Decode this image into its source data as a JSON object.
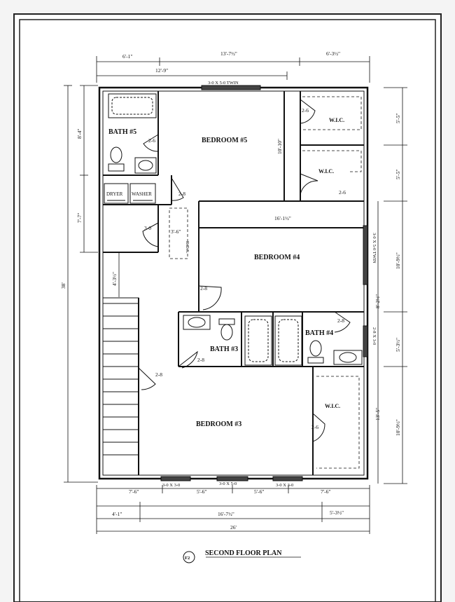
{
  "rooms": {
    "bedroom5": "BEDROOM #5",
    "bedroom4": "BEDROOM #4",
    "bedroom3": "BEDROOM #3",
    "bath5": "BATH #5",
    "bath4": "BATH #4",
    "bath3": "BATH #3",
    "wic": "W.I.C.",
    "dryer": "DRYER",
    "washer": "WASHER",
    "rds": "R.D.S."
  },
  "windows": {
    "top_twin": "3-0 X 5-0 TWIN",
    "right_twin": "3-0 X 5-0 TWIN",
    "right_single": "2-8 X 3-0",
    "bottom_left": "3-0 X 3-0",
    "bottom_mid": "3-0 X 5-0",
    "bottom_right": "3-0 X 3-0"
  },
  "doors": {
    "bath5": "2-6",
    "wic_top": "2-6",
    "wic_mid": "2-6",
    "laundry": "2-8",
    "closet": "3-0",
    "bed4": "2-8",
    "bath4": "2-8",
    "bath3": "2-8",
    "bed3": "2-8",
    "wic_bot": "2-6"
  },
  "dims": {
    "top_a": "6'-1\"",
    "top_b": "13'-7½\"",
    "top_c": "6'-3½\"",
    "top_sub": "12'-9\"",
    "left_a": "8'-4\"",
    "left_b": "7'-7\"",
    "left_total": "38'",
    "left_stair": "4'-3½\"",
    "right_a": "5'-5\"",
    "right_b": "5'-5\"",
    "right_c": "10'-9½\"",
    "right_d": "8'-2½\"",
    "right_e": "5'-3½\"",
    "right_f": "13'-5\"",
    "right_g": "10'-9½\"",
    "inner_bed5": "10'-10\"",
    "inner_bed4": "16'-1½\"",
    "inner_closet": "3'-6\"",
    "bot_a": "7'-6\"",
    "bot_b": "5'-6\"",
    "bot_c": "5'-6\"",
    "bot_d": "7'-6\"",
    "bot2_a": "4'-1\"",
    "bot2_b": "16'-7½\"",
    "bot2_c": "5'-3½\"",
    "bot_total": "26'"
  },
  "footer": {
    "tag": "F2",
    "title": "SECOND FLOOR PLAN"
  }
}
